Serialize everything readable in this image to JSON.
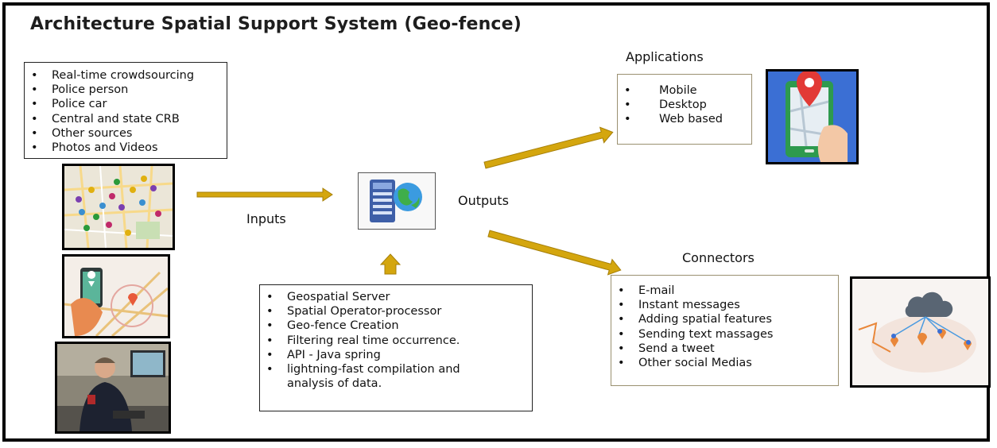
{
  "title": "Architecture Spatial Support System  (Geo-fence)",
  "inputs_list": [
    "Real-time crowdsourcing",
    "Police person",
    "Police car",
    "Central and state CRB",
    "Other sources",
    "Photos and Videos"
  ],
  "inputs_label": "Inputs",
  "outputs_label": "Outputs",
  "applications_label": "Applications",
  "applications_list": [
    "Mobile",
    "Desktop",
    "Web based"
  ],
  "connectors_label": "Connectors",
  "connectors_list": [
    "E-mail",
    "Instant messages",
    "Adding spatial features",
    "Sending text massages",
    "Send a tweet",
    "Other social Medias"
  ],
  "server_list": [
    "Geospatial Server",
    "Spatial Operator-processor",
    "Geo-fence Creation",
    "Filtering real time occurrence.",
    "API - Java spring",
    "lightning-fast compilation and analysis of data."
  ],
  "colors": {
    "arrow": "#d4a60e",
    "arrow_edge": "#a67f08",
    "frame": "#000000"
  },
  "icons": {
    "server": "server-globe-icon",
    "map": "crime-map-icon",
    "phone_map": "phone-map-pin-icon",
    "officer": "police-officer-photo",
    "network": "cloud-network-icon",
    "phone_app": "phone-app-icon"
  }
}
